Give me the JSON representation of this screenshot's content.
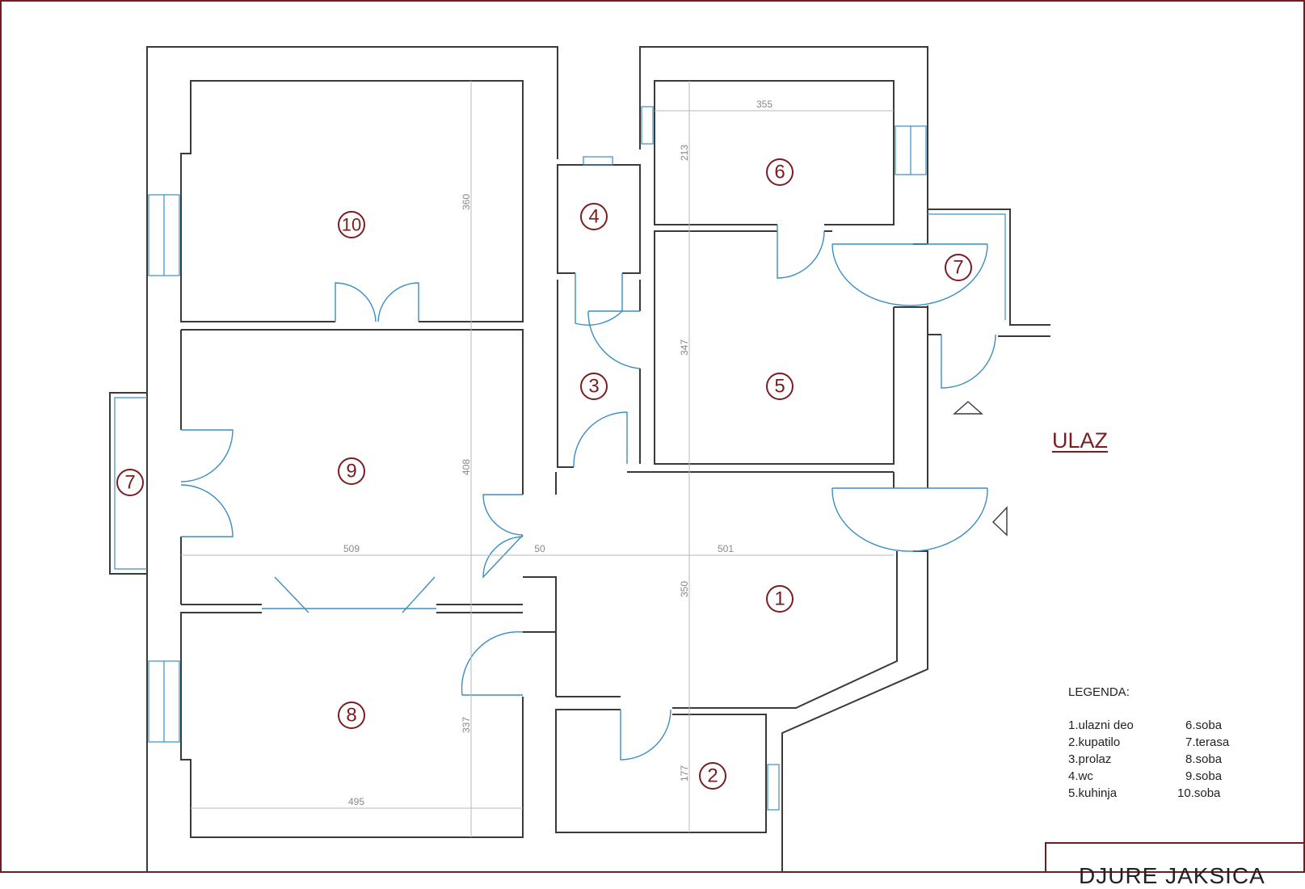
{
  "entrance_label": "ULAZ",
  "street_label": "DJURE JAKSICA",
  "rooms": [
    {
      "num": "1"
    },
    {
      "num": "2"
    },
    {
      "num": "3"
    },
    {
      "num": "4"
    },
    {
      "num": "5"
    },
    {
      "num": "6"
    },
    {
      "num": "7"
    },
    {
      "num": "7"
    },
    {
      "num": "8"
    },
    {
      "num": "9"
    },
    {
      "num": "10"
    }
  ],
  "dimensions": [
    "355",
    "213",
    "360",
    "347",
    "408",
    "509",
    "50",
    "501",
    "350",
    "337",
    "495",
    "177"
  ],
  "legend": {
    "title": "LEGENDA:",
    "col1": [
      "1.ulazni deo",
      "2.kupatilo",
      "3.prolaz",
      "4.wc",
      "5.kuhinja"
    ],
    "col2": [
      "6.soba",
      "7.terasa",
      "8.soba",
      "9.soba",
      "10.soba"
    ]
  },
  "colors": {
    "frame": "#6b1f23",
    "room_marker": "#7a1d20",
    "door_window": "#3a8fc0",
    "wall": "#3a3a3a"
  }
}
